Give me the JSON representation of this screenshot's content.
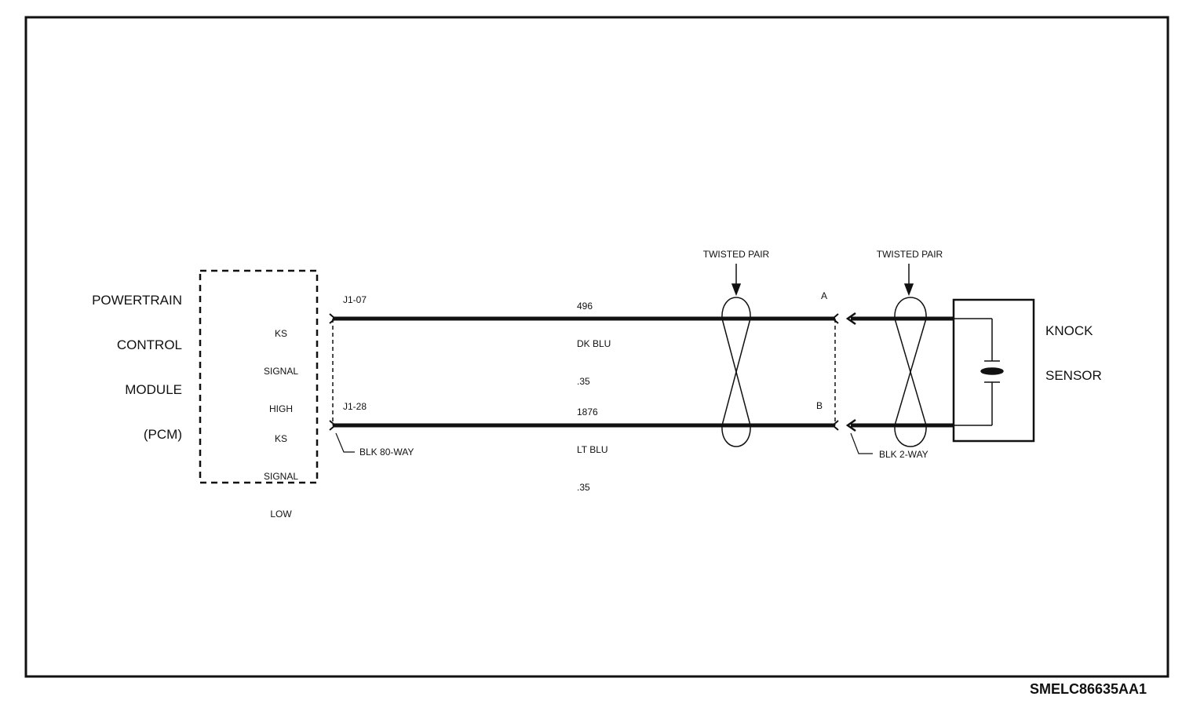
{
  "module": {
    "name_lines": [
      "POWERTRAIN",
      "CONTROL",
      "MODULE",
      "(PCM)"
    ],
    "signal_high": [
      "KS",
      "SIGNAL",
      "HIGH"
    ],
    "signal_low": [
      "KS",
      "SIGNAL",
      "LOW"
    ],
    "connector": "BLK 80-WAY"
  },
  "circuits": [
    {
      "terminal": "J1-07",
      "circuit_number": "496",
      "color": "DK BLU",
      "gauge": ".35",
      "sensor_pin": "A"
    },
    {
      "terminal": "J1-28",
      "circuit_number": "1876",
      "color": "LT BLU",
      "gauge": ".35",
      "sensor_pin": "B"
    }
  ],
  "twisted_pair": [
    "TWISTED PAIR",
    "TWISTED PAIR"
  ],
  "sensor": {
    "name_lines": [
      "KNOCK",
      "SENSOR"
    ],
    "connector": "BLK 2-WAY"
  },
  "drawing_code": "SMELC86635AA1"
}
